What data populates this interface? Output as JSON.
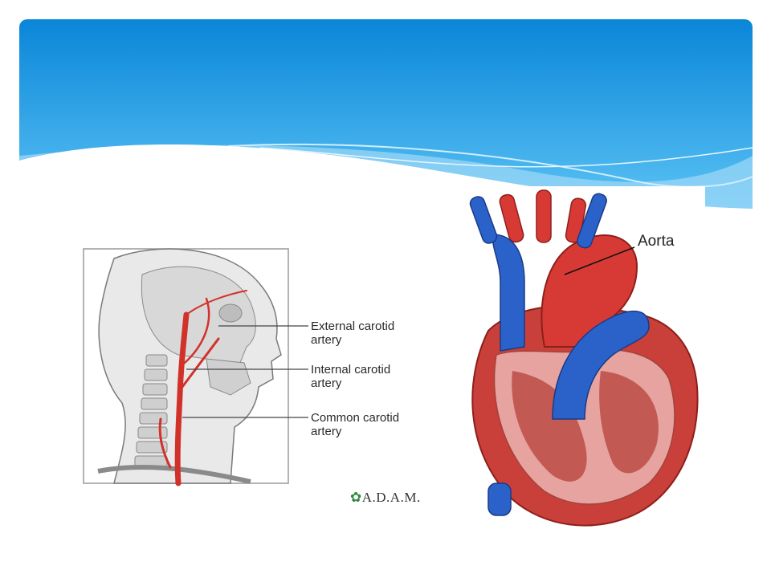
{
  "colors": {
    "header_top": "#0a86d8",
    "header_bottom": "#5cc3f5",
    "wave_light": "#a8dcf8",
    "artery_red": "#d2312a",
    "vein_blue": "#2b62c9"
  },
  "left_figure": {
    "labels": {
      "external_line1": "External carotid",
      "external_line2": "artery",
      "internal_line1": "Internal carotid",
      "internal_line2": "artery",
      "common_line1": "Common carotid",
      "common_line2": "artery"
    },
    "watermark": "A.D.A.M."
  },
  "right_figure": {
    "labels": {
      "aorta": "Aorta"
    }
  }
}
